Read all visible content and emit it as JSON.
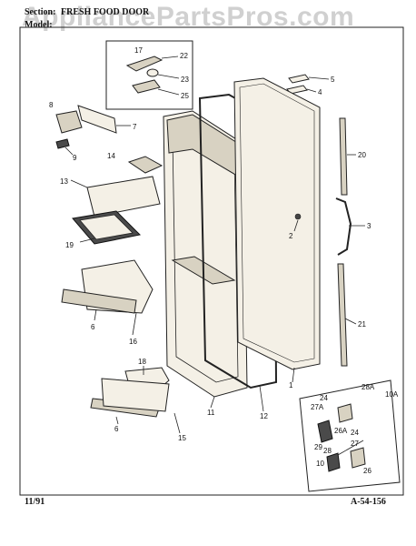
{
  "header": {
    "section_label": "Section:",
    "section_value": "FRESH FOOD DOOR",
    "model_label": "Model:"
  },
  "watermark": "AppliancePartsPros.com",
  "footer": {
    "date": "11/91",
    "doc_number": "A-54-156"
  },
  "callouts": [
    "17",
    "22",
    "23",
    "25",
    "5",
    "4",
    "8",
    "7",
    "9",
    "14",
    "13",
    "20",
    "2",
    "3",
    "19",
    "6",
    "16",
    "1",
    "21",
    "18",
    "11",
    "12",
    "24",
    "28A",
    "27A",
    "10A",
    "26A",
    "29",
    "24",
    "27",
    "28",
    "10",
    "26",
    "6",
    "15"
  ]
}
